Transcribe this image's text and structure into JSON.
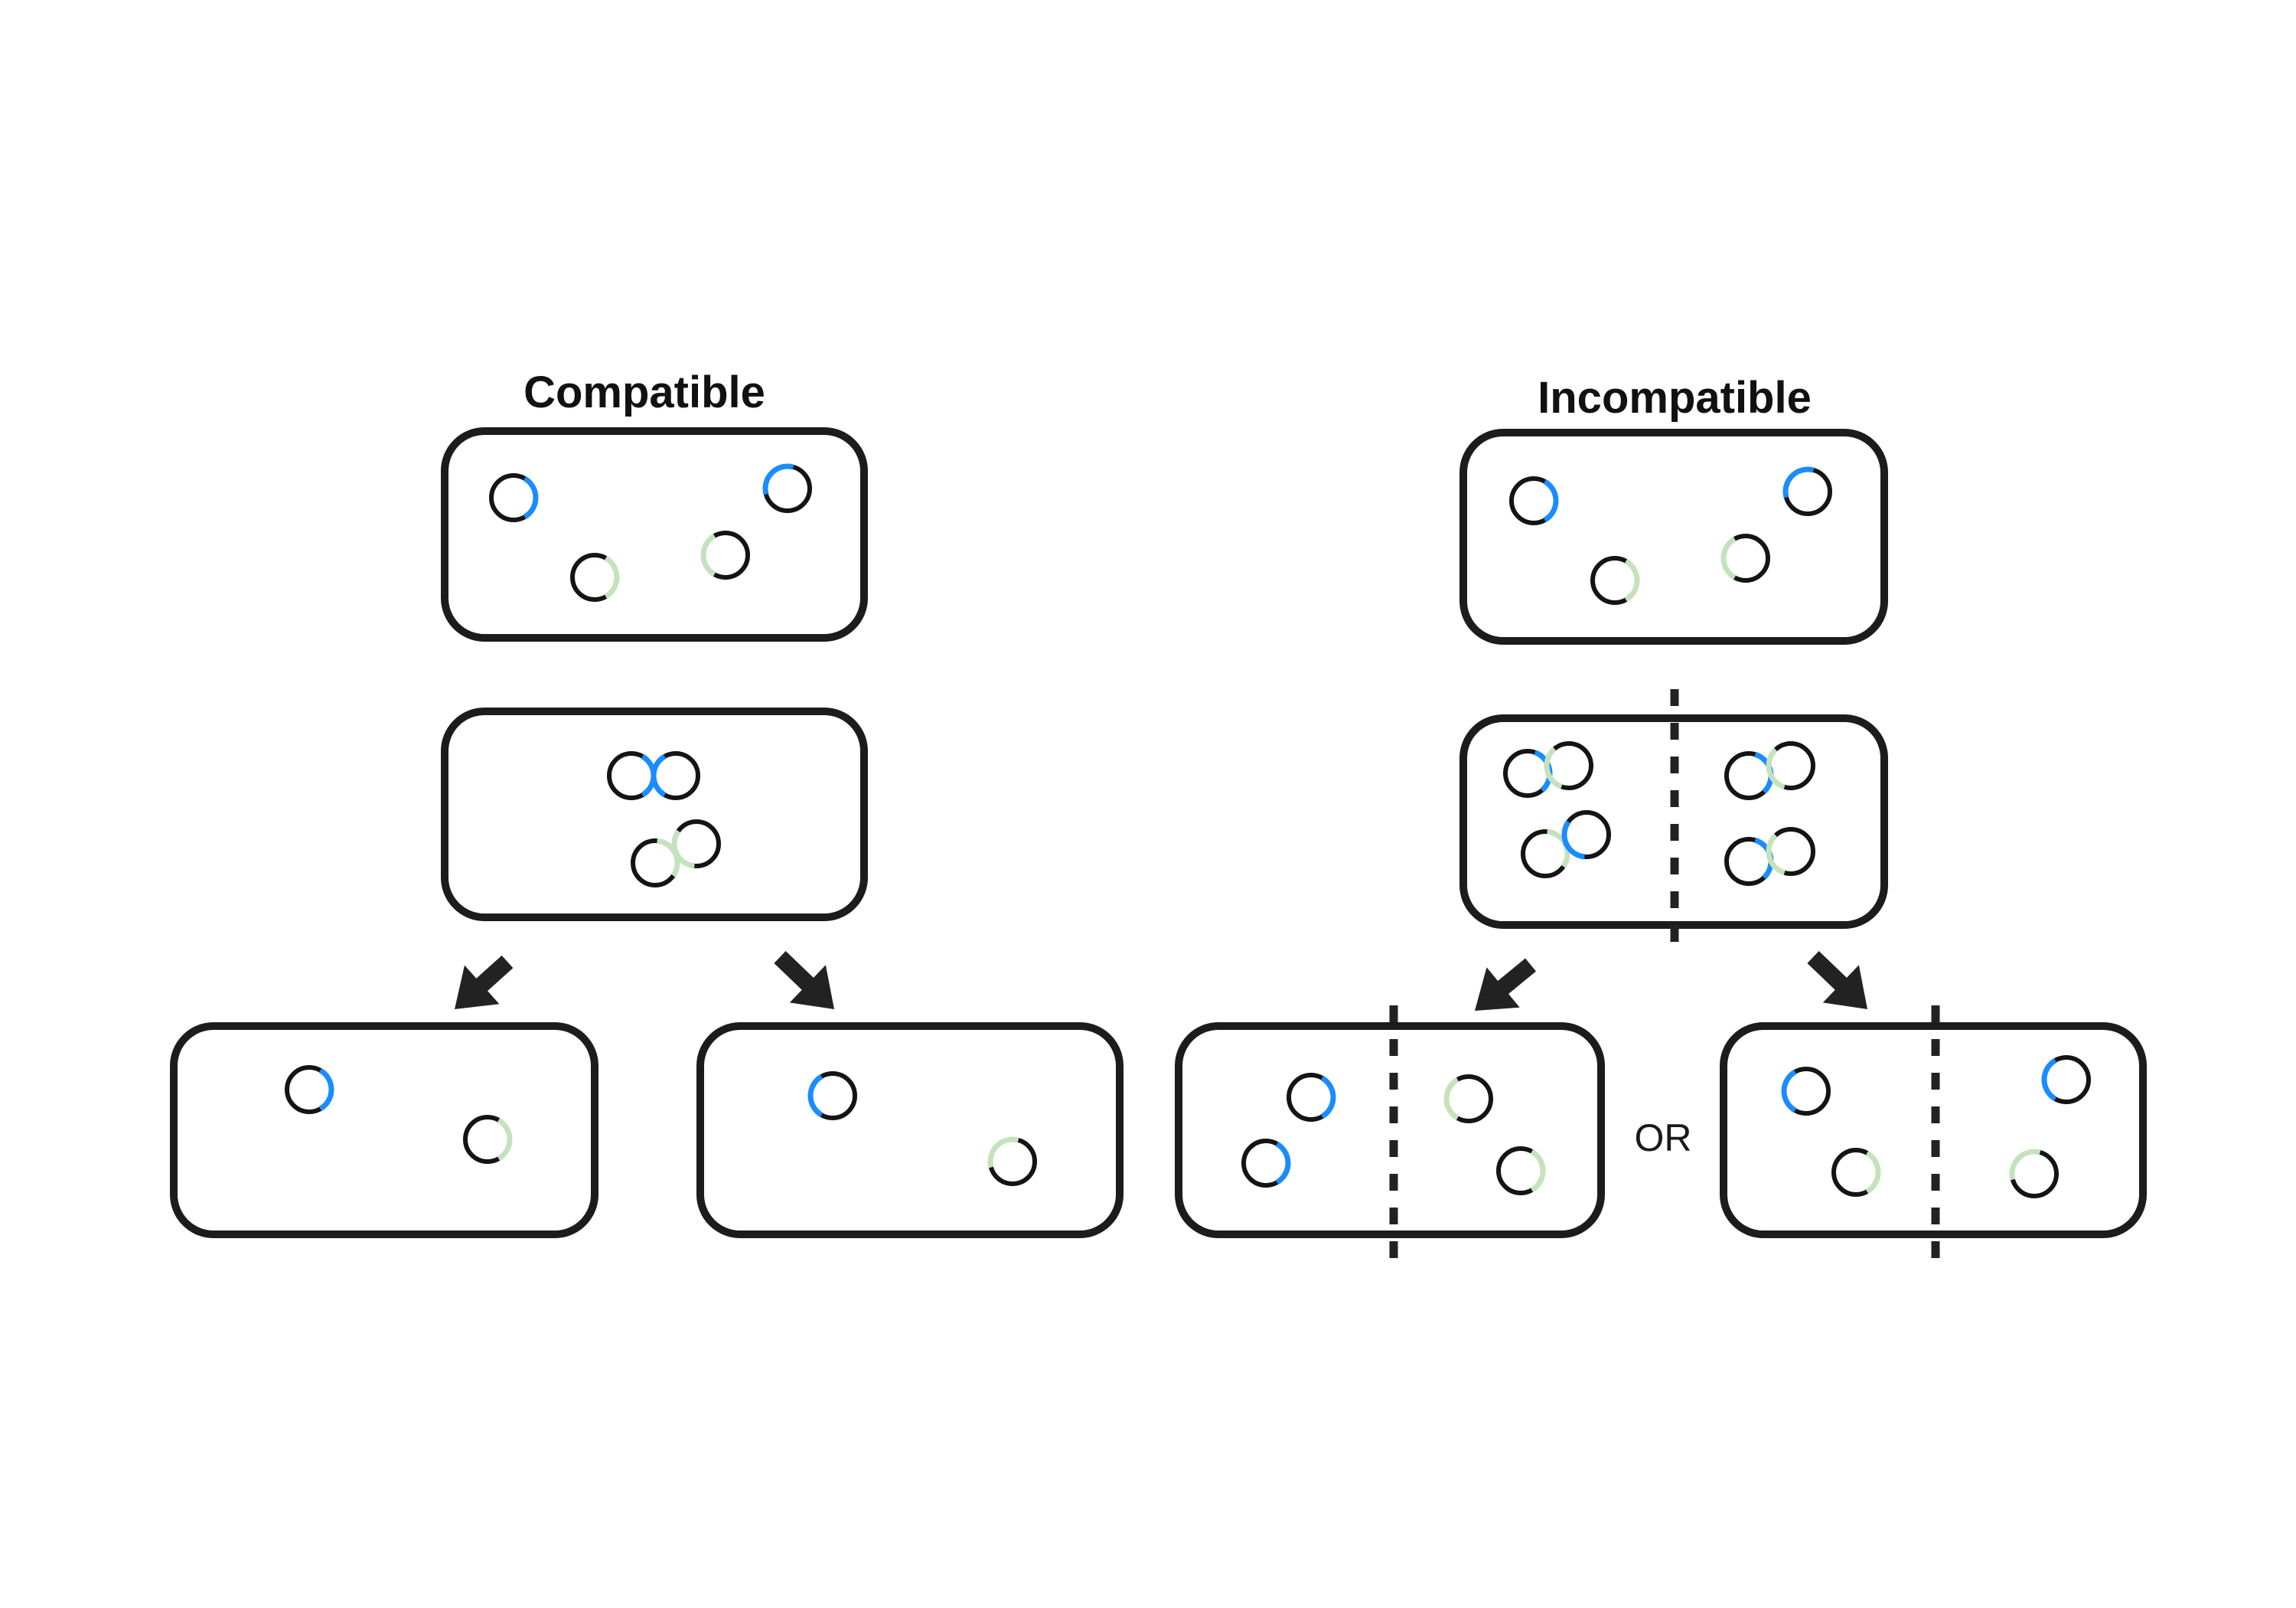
{
  "colors": {
    "outline": "#1c1c1c",
    "blue_marker": "#1a8cff",
    "green_marker": "#c4e3bd"
  },
  "sections": [
    {
      "title": "Compatible",
      "stages": [
        {
          "name": "initial",
          "divided": false,
          "elements": [
            {
              "marker": "blue",
              "arc_dir": "right"
            },
            {
              "marker": "blue",
              "arc_dir": "upper-left"
            },
            {
              "marker": "green",
              "arc_dir": "right"
            },
            {
              "marker": "green",
              "arc_dir": "left"
            }
          ]
        },
        {
          "name": "paired",
          "divided": false,
          "pairs": [
            {
              "marker": "blue"
            },
            {
              "marker": "green"
            }
          ]
        },
        {
          "name": "daughter-left",
          "divided": false,
          "elements": [
            {
              "marker": "blue",
              "arc_dir": "right"
            },
            {
              "marker": "green",
              "arc_dir": "right"
            }
          ]
        },
        {
          "name": "daughter-right",
          "divided": false,
          "elements": [
            {
              "marker": "blue",
              "arc_dir": "left"
            },
            {
              "marker": "green",
              "arc_dir": "upper-left"
            }
          ]
        }
      ]
    },
    {
      "title": "Incompatible",
      "stages": [
        {
          "name": "initial",
          "divided": false,
          "elements": [
            {
              "marker": "blue",
              "arc_dir": "right"
            },
            {
              "marker": "blue",
              "arc_dir": "upper-left"
            },
            {
              "marker": "green",
              "arc_dir": "right"
            },
            {
              "marker": "green",
              "arc_dir": "left"
            }
          ]
        },
        {
          "name": "paired",
          "divided": true,
          "pairs": [
            {
              "markers": [
                "blue",
                "green"
              ]
            },
            {
              "markers": [
                "green",
                "blue"
              ]
            },
            {
              "markers": [
                "blue",
                "green"
              ]
            },
            {
              "markers": [
                "blue",
                "green"
              ]
            }
          ]
        },
        {
          "name": "outcome-a",
          "divided": true,
          "elements": [
            {
              "marker": "blue",
              "arc_dir": "right"
            },
            {
              "marker": "blue",
              "arc_dir": "right"
            },
            {
              "marker": "green",
              "arc_dir": "left"
            },
            {
              "marker": "green",
              "arc_dir": "right"
            }
          ]
        },
        {
          "name": "outcome-b",
          "divided": true,
          "elements": [
            {
              "marker": "blue",
              "arc_dir": "left"
            },
            {
              "marker": "green",
              "arc_dir": "right"
            },
            {
              "marker": "blue",
              "arc_dir": "left"
            },
            {
              "marker": "green",
              "arc_dir": "upper-left"
            }
          ]
        }
      ],
      "alternative_label": "OR"
    }
  ]
}
